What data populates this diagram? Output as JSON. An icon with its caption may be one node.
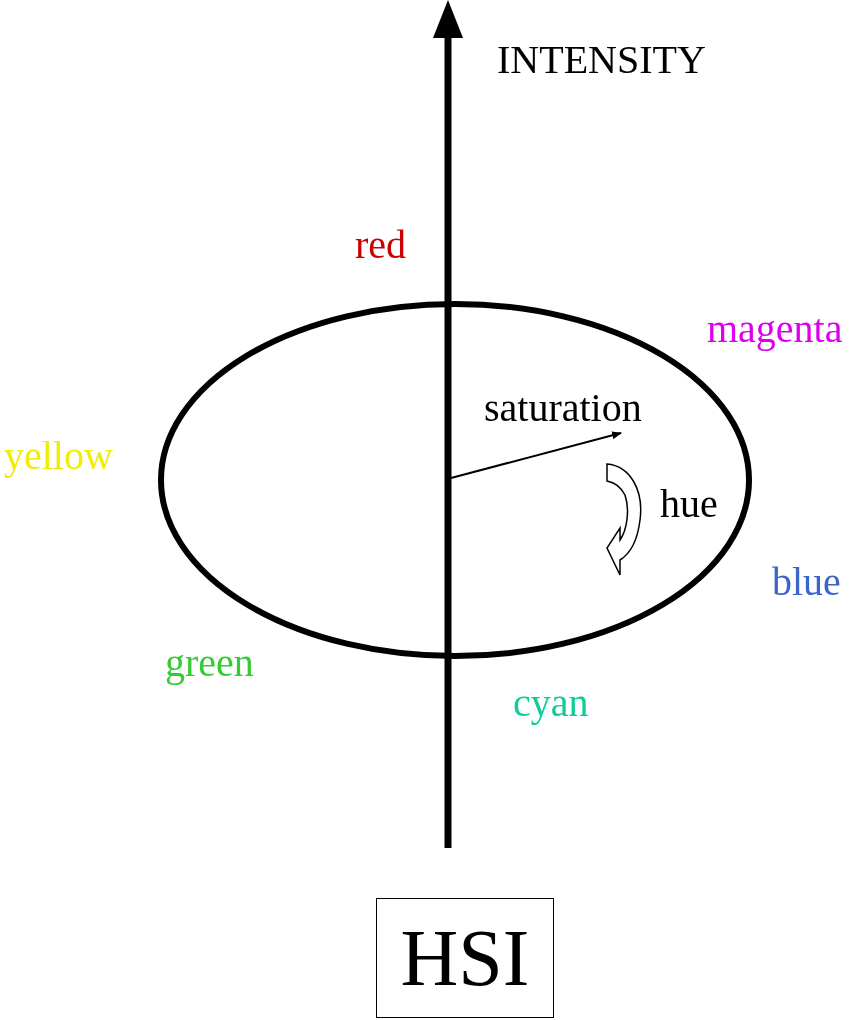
{
  "diagram": {
    "nodes": [
      {
        "text": [
          "HSI"
        ]
      }
    ],
    "edges": [],
    "labels": [
      "INTENSITY",
      "red",
      "magenta",
      "saturation",
      "yellow",
      "hue",
      "blue",
      "green",
      "cyan"
    ]
  }
}
